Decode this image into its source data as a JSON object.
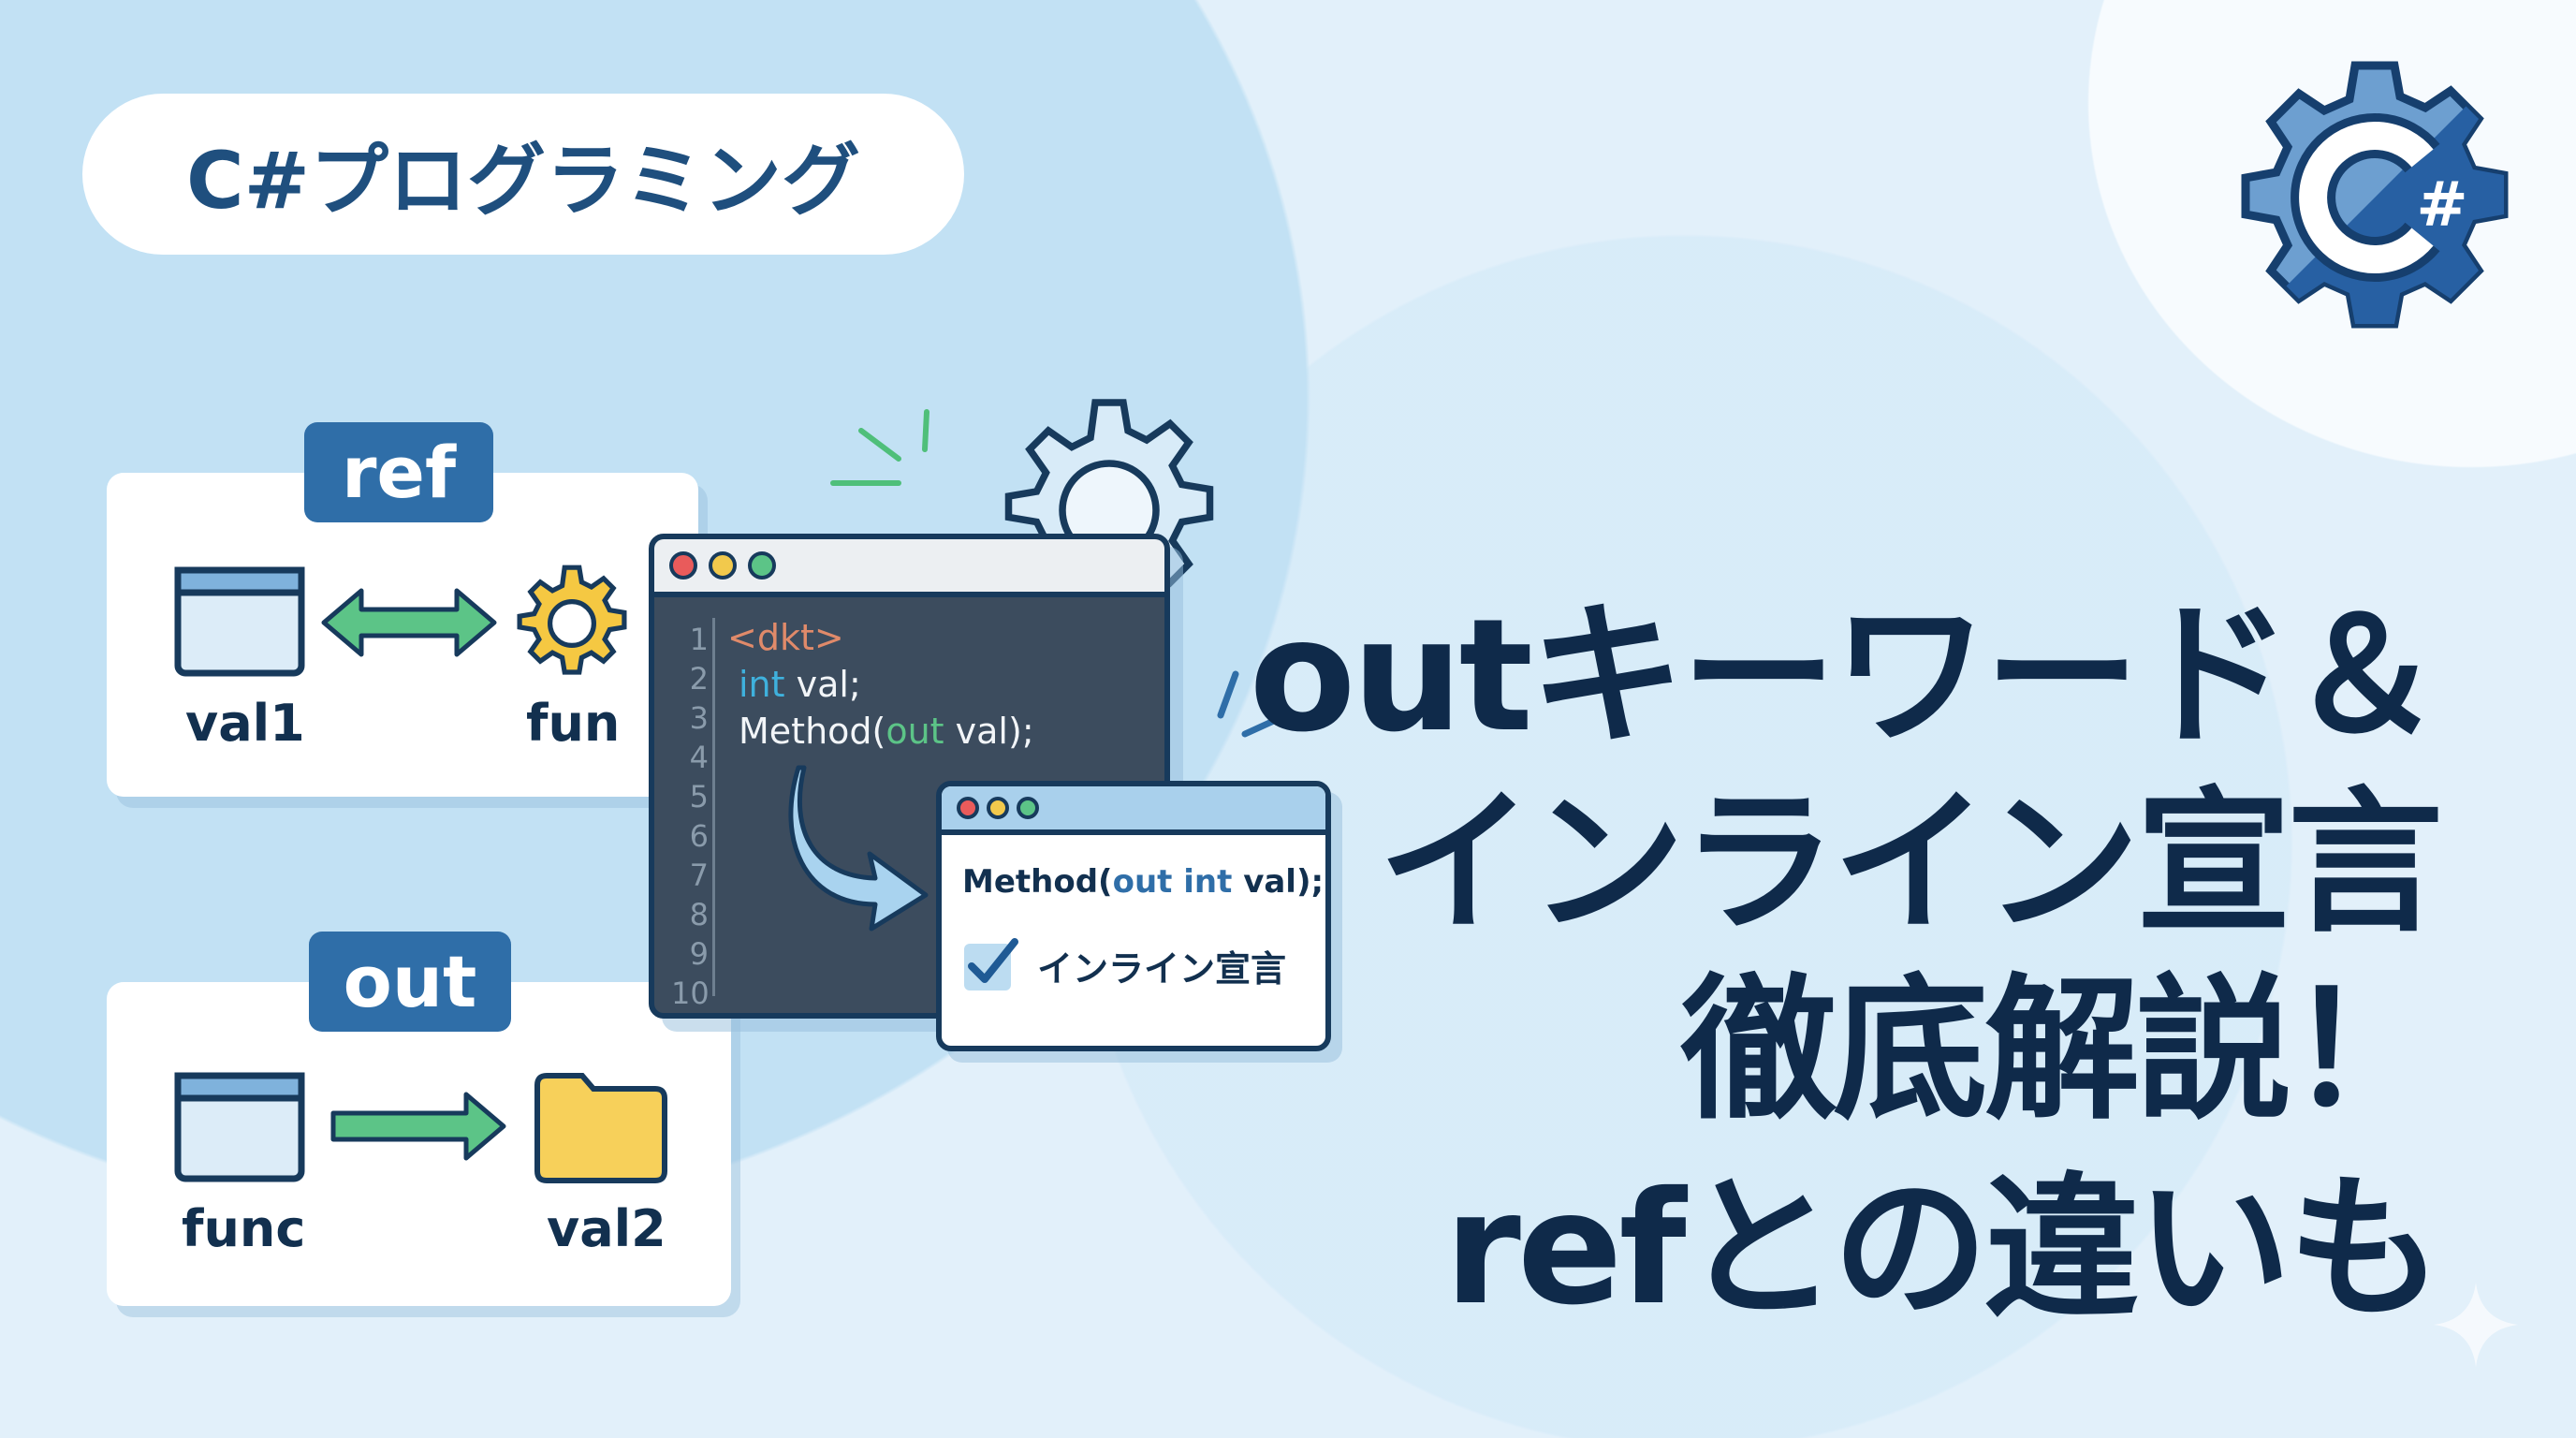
{
  "header": {
    "pill_label": "C#プログラミング"
  },
  "ref_card": {
    "badge": "ref",
    "left_label": "val1",
    "right_label": "fun"
  },
  "out_card": {
    "badge": "out",
    "left_label": "func",
    "right_label": "val2"
  },
  "code_window": {
    "line_numbers": [
      "1",
      "2",
      "3",
      "4",
      "5",
      "6",
      "7",
      "8",
      "9",
      "10"
    ],
    "line1": "<dkt>",
    "line2_kw": "int",
    "line2_rest": " val;",
    "line3_a": "Method(",
    "line3_kw": "out",
    "line3_b": " val);"
  },
  "result_window": {
    "code_a": "Method(",
    "code_kw": "out int",
    "code_b": " val);",
    "checkbox_label": "インライン宣言"
  },
  "title": {
    "line1": "outキーワード＆",
    "line2": "インライン宣言",
    "line3": "徹底解説！",
    "line4": "refとの違いも"
  },
  "logo": {
    "text": "C#"
  },
  "colors": {
    "accent": "#2f6ea8",
    "text": "#0f2a4a",
    "green": "#4fbf7a",
    "yellow": "#f5c842"
  }
}
